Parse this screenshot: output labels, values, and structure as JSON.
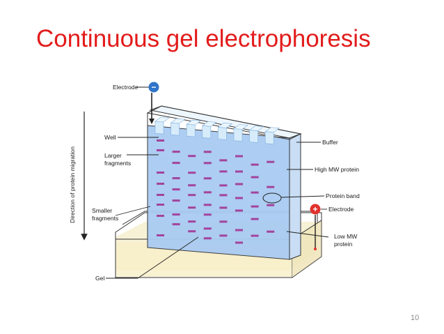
{
  "slide": {
    "title": "Continuous gel electrophoresis",
    "page_number": "10"
  },
  "diagram": {
    "axis_label": "Direction of protein migration",
    "labels": {
      "electrode_top": "Electrode",
      "well": "Well",
      "larger_fragments": [
        "Larger",
        "fragments"
      ],
      "smaller_fragments": [
        "Smaller",
        "fragments"
      ],
      "gel": "Gel",
      "buffer": "Buffer",
      "high_mw_protein": "High MW protein",
      "protein_band": "Protein band",
      "electrode_bottom": "Electrode",
      "low_mw_protein": [
        "Low MW",
        "protein"
      ]
    },
    "electrode_signs": {
      "negative": "−",
      "positive": "+"
    },
    "colors": {
      "title": "#e31b1b",
      "gel": "#a9cbf2",
      "well": "#d7ecfb",
      "band": "#a2449c",
      "buffer": "#f6efcf",
      "electrode_negative": "#2e74c9",
      "electrode_positive": "#e0312d"
    },
    "lanes": 8
  }
}
